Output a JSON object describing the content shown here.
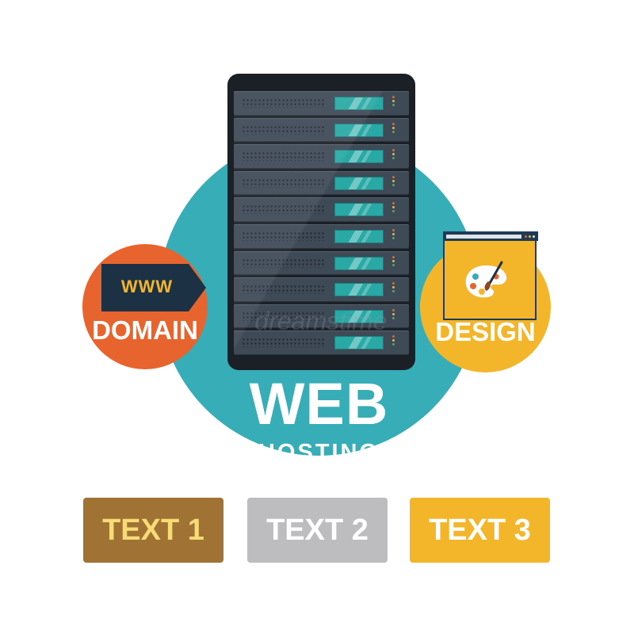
{
  "colors": {
    "teal": "#37adb7",
    "orange": "#e8642f",
    "yellow": "#f3b62a",
    "navy": "#1d3144",
    "white": "#ffffff",
    "www_yellow": "#f3b62a",
    "btn1_bg": "#a07233",
    "btn2_bg": "#bdbcbf",
    "btn3_bg": "#f3b62a",
    "btn1_text": "#f7db76",
    "btn2_text": "#ffffff",
    "btn3_text": "#ffffff"
  },
  "icons": [
    "server-rack-icon",
    "www-tag-icon",
    "browser-window-icon",
    "paint-palette-icon"
  ],
  "domain": {
    "tag": "WWW",
    "label": "DOMAIN"
  },
  "design": {
    "label": "DESIGN"
  },
  "title": {
    "main": "WEB",
    "sub": "HOSTING"
  },
  "buttons": [
    {
      "label": "TEXT 1"
    },
    {
      "label": "TEXT 2"
    },
    {
      "label": "TEXT 3"
    }
  ],
  "watermark": "dreamstime"
}
